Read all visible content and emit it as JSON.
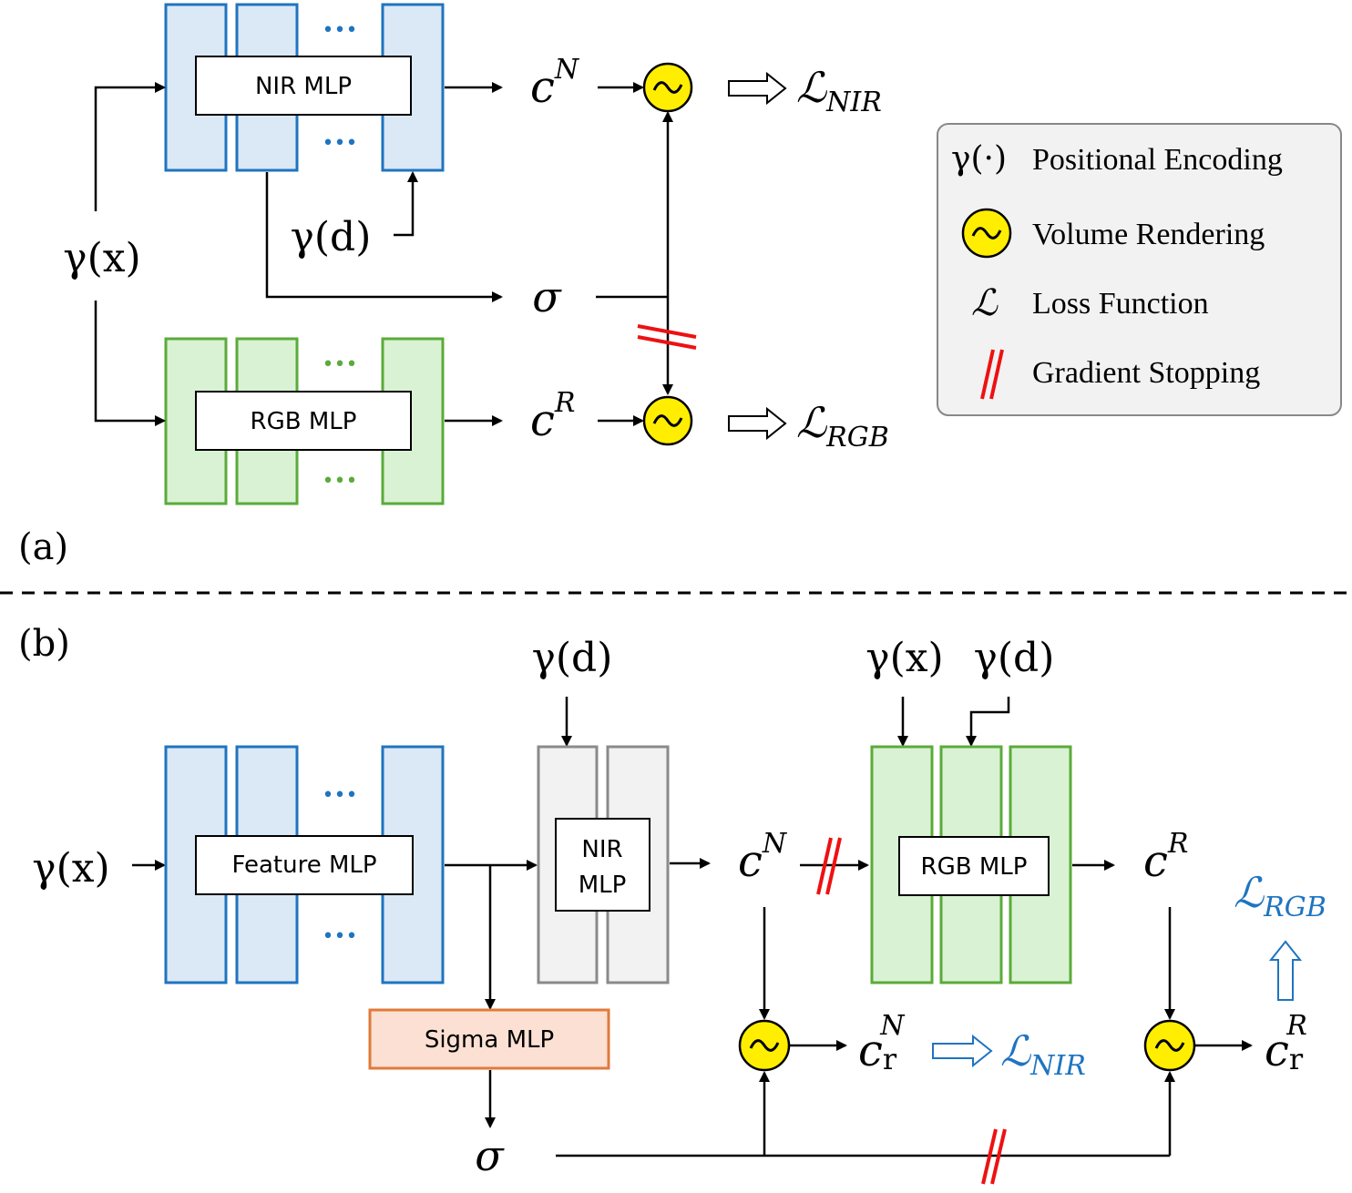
{
  "colors": {
    "blue_fill": "#dbe8f5",
    "blue_stroke": "#1f74c0",
    "green_fill": "#d9f2d4",
    "green_stroke": "#5aab3a",
    "gray_fill": "#f2f2f2",
    "gray_stroke": "#8a8a8a",
    "orange_fill": "#fbe0d3",
    "orange_stroke": "#e07a3a",
    "render_fill": "#ffee00",
    "stop_red": "#ee1111",
    "loss_blue": "#1f74c0"
  },
  "panel_a": {
    "label": "(a)",
    "nir_mlp": "NIR MLP",
    "rgb_mlp": "RGB MLP",
    "gamma_x": "γ(x)",
    "gamma_d": "γ(d)",
    "c_n_base": "c",
    "c_n_sup": "N",
    "c_r_base": "c",
    "c_r_sup": "R",
    "sigma": "σ",
    "loss_nir_sym": "ℒ",
    "loss_nir_sub": "NIR",
    "loss_rgb_sym": "ℒ",
    "loss_rgb_sub": "RGB",
    "dots": "•••"
  },
  "legend": {
    "pe_symbol": "γ(·)",
    "pe_label": "Positional Encoding",
    "vr_label": "Volume Rendering",
    "loss_symbol": "ℒ",
    "loss_label": "Loss Function",
    "gs_label": "Gradient Stopping"
  },
  "panel_b": {
    "label": "(b)",
    "feature_mlp": "Feature MLP",
    "nir_mlp_line1": "NIR",
    "nir_mlp_line2": "MLP",
    "rgb_mlp": "RGB MLP",
    "sigma_mlp": "Sigma MLP",
    "gamma_x_in": "γ(x)",
    "gamma_d_top": "γ(d)",
    "gamma_x_rgb": "γ(x)",
    "gamma_d_rgb": "γ(d)",
    "c_n_base": "c",
    "c_n_sup": "N",
    "c_r_base": "c",
    "c_r_sup": "R",
    "crn_base": "c",
    "crn_sub": "r",
    "crn_sup": "N",
    "crr_base": "c",
    "crr_sub": "r",
    "crr_sup": "R",
    "sigma": "σ",
    "loss_nir_sym": "ℒ",
    "loss_nir_sub": "NIR",
    "loss_rgb_sym": "ℒ",
    "loss_rgb_sub": "RGB",
    "dots": "•••"
  }
}
